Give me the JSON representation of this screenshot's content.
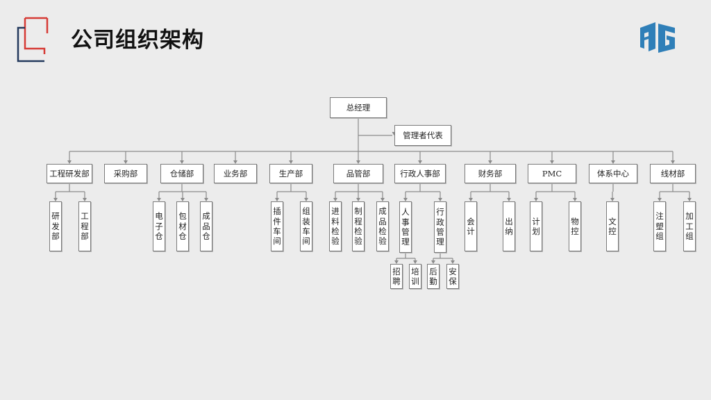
{
  "title": "公司组织架构",
  "colors": {
    "frame_red": "#d63a35",
    "frame_navy": "#23395d",
    "logo_blue": "#2f7fb8",
    "connector": "#8a8a8a"
  },
  "org": {
    "ceo": "总经理",
    "rep": "管理者代表",
    "departments": [
      {
        "id": "eng",
        "label": "工程研发部",
        "subs": [
          "研发部",
          "工程部"
        ]
      },
      {
        "id": "buy",
        "label": "采购部",
        "subs": []
      },
      {
        "id": "store",
        "label": "仓储部",
        "subs": [
          "电子仓",
          "包材仓",
          "成品仓"
        ]
      },
      {
        "id": "sales",
        "label": "业务部",
        "subs": []
      },
      {
        "id": "prod",
        "label": "生产部",
        "subs": [
          "插件车间",
          "组装车间"
        ]
      },
      {
        "id": "qc",
        "label": "品管部",
        "subs": [
          "进料检验",
          "制程检验",
          "成品检验"
        ]
      },
      {
        "id": "admin",
        "label": "行政人事部",
        "subs": [
          "人事管理",
          "行政管理"
        ]
      },
      {
        "id": "fin",
        "label": "财务部",
        "subs": [
          "会计",
          "出纳"
        ]
      },
      {
        "id": "pmc",
        "label": "PMC",
        "subs": [
          "计划",
          "物控"
        ]
      },
      {
        "id": "sys",
        "label": "体系中心",
        "subs": [
          "文控"
        ]
      },
      {
        "id": "wire",
        "label": "线材部",
        "subs": [
          "注塑组",
          "加工组"
        ]
      }
    ],
    "hr_subs": [
      "招聘",
      "培训"
    ],
    "admin_subs": [
      "后勤",
      "安保"
    ]
  }
}
